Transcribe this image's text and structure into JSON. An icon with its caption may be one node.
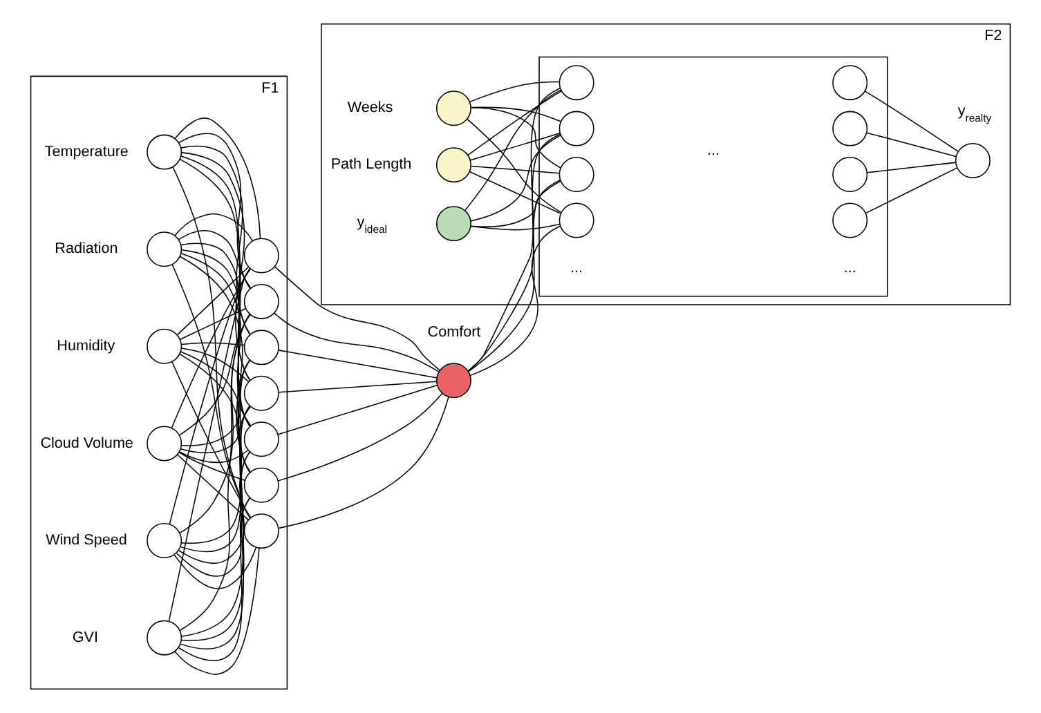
{
  "diagram": {
    "nodes": [
      {
        "text": [
          "F1"
        ]
      },
      {
        "text": [],
        "shape": "circle",
        "beside": [
          "Temperature"
        ],
        "in": 0
      },
      {
        "text": [],
        "shape": "circle",
        "beside": [
          "Humidity"
        ],
        "in": 0
      },
      {
        "text": [],
        "shape": "circle",
        "beside": [
          "Cloud Volume"
        ],
        "in": 0
      },
      {
        "text": [],
        "shape": "circle",
        "beside": [
          "Wind Speed"
        ],
        "in": 0
      },
      {
        "text": [],
        "shape": "circle",
        "beside": [
          "Radiation"
        ],
        "in": 0
      },
      {
        "text": [],
        "shape": "circle",
        "beside": [
          "GVI"
        ],
        "in": 0
      },
      {
        "text": [],
        "shape": "circle",
        "in": 0
      },
      {
        "text": [],
        "shape": "circle",
        "in": 0
      },
      {
        "text": [],
        "shape": "circle",
        "in": 0
      },
      {
        "text": [],
        "shape": "circle",
        "in": 0
      },
      {
        "text": [],
        "shape": "circle",
        "in": 0
      },
      {
        "text": [],
        "shape": "circle",
        "in": 0
      },
      {
        "text": [],
        "shape": "circle",
        "in": 0
      },
      {
        "text": [
          "F2"
        ]
      },
      {
        "text": [],
        "shape": "circle",
        "beside": [
          "Comfort"
        ]
      },
      {
        "text": [],
        "shape": "circle",
        "beside": [
          "y$_{ideal}$"
        ],
        "in": 14
      },
      {
        "text": [],
        "shape": "circle",
        "beside": [
          "Weeks"
        ],
        "in": 14
      },
      {
        "text": [],
        "shape": "circle",
        "beside": [
          "Path Length"
        ],
        "in": 14
      },
      {
        "text": [],
        "shape": "box",
        "in": 14
      },
      {
        "text": [],
        "shape": "circle",
        "in": 19
      },
      {
        "text": [],
        "shape": "circle",
        "in": 19
      },
      {
        "text": [],
        "shape": "circle",
        "in": 19
      },
      {
        "text": [],
        "shape": "circle",
        "in": 19
      },
      {
        "text": [],
        "shape": "circle",
        "in": 19
      },
      {
        "text": [],
        "shape": "circle",
        "in": 19
      },
      {
        "text": [],
        "shape": "circle",
        "in": 19
      },
      {
        "text": [],
        "shape": "circle",
        "in": 19
      },
      {
        "text": [],
        "shape": "circle",
        "beside": [
          "y$_{realty}$"
        ],
        "in": 14
      }
    ],
    "edges": [
      {
        "from": 1,
        "to": 7,
        "arrow": "none"
      },
      {
        "from": 1,
        "to": 8,
        "arrow": "none"
      },
      {
        "from": 1,
        "to": 9,
        "arrow": "none"
      },
      {
        "from": 1,
        "to": 10,
        "arrow": "none"
      },
      {
        "from": 1,
        "to": 11,
        "arrow": "none"
      },
      {
        "from": 1,
        "to": 12,
        "arrow": "none"
      },
      {
        "from": 1,
        "to": 13,
        "arrow": "none"
      },
      {
        "from": 2,
        "to": 7,
        "arrow": "none"
      },
      {
        "from": 2,
        "to": 8,
        "arrow": "none"
      },
      {
        "from": 2,
        "to": 9,
        "arrow": "none"
      },
      {
        "from": 2,
        "to": 10,
        "arrow": "none"
      },
      {
        "from": 2,
        "to": 11,
        "arrow": "none"
      },
      {
        "from": 2,
        "to": 12,
        "arrow": "none"
      },
      {
        "from": 2,
        "to": 13,
        "arrow": "none"
      },
      {
        "from": 3,
        "to": 7,
        "arrow": "none"
      },
      {
        "from": 3,
        "to": 8,
        "arrow": "none"
      },
      {
        "from": 3,
        "to": 9,
        "arrow": "none"
      },
      {
        "from": 3,
        "to": 10,
        "arrow": "none"
      },
      {
        "from": 3,
        "to": 11,
        "arrow": "none"
      },
      {
        "from": 3,
        "to": 12,
        "arrow": "none"
      },
      {
        "from": 3,
        "to": 13,
        "arrow": "none"
      },
      {
        "from": 4,
        "to": 7,
        "arrow": "none"
      },
      {
        "from": 4,
        "to": 8,
        "arrow": "none"
      },
      {
        "from": 4,
        "to": 9,
        "arrow": "none"
      },
      {
        "from": 4,
        "to": 10,
        "arrow": "none"
      },
      {
        "from": 4,
        "to": 11,
        "arrow": "none"
      },
      {
        "from": 4,
        "to": 12,
        "arrow": "none"
      },
      {
        "from": 4,
        "to": 13,
        "arrow": "none"
      },
      {
        "from": 5,
        "to": 7,
        "arrow": "none"
      },
      {
        "from": 5,
        "to": 8,
        "arrow": "none"
      },
      {
        "from": 5,
        "to": 9,
        "arrow": "none"
      },
      {
        "from": 5,
        "to": 10,
        "arrow": "none"
      },
      {
        "from": 5,
        "to": 11,
        "arrow": "none"
      },
      {
        "from": 5,
        "to": 12,
        "arrow": "none"
      },
      {
        "from": 5,
        "to": 13,
        "arrow": "none"
      },
      {
        "from": 6,
        "to": 7,
        "arrow": "none"
      },
      {
        "from": 6,
        "to": 8,
        "arrow": "none"
      },
      {
        "from": 6,
        "to": 9,
        "arrow": "none"
      },
      {
        "from": 6,
        "to": 10,
        "arrow": "none"
      },
      {
        "from": 6,
        "to": 11,
        "arrow": "none"
      },
      {
        "from": 6,
        "to": 12,
        "arrow": "none"
      },
      {
        "from": 6,
        "to": 13,
        "arrow": "none"
      },
      {
        "from": 7,
        "to": 15,
        "arrow": "none"
      },
      {
        "from": 8,
        "to": 15,
        "arrow": "none"
      },
      {
        "from": 9,
        "to": 15,
        "arrow": "none"
      },
      {
        "from": 10,
        "to": 15,
        "arrow": "none"
      },
      {
        "from": 11,
        "to": 15,
        "arrow": "none"
      },
      {
        "from": 12,
        "to": 15,
        "arrow": "none"
      },
      {
        "from": 13,
        "to": 15,
        "arrow": "none"
      },
      {
        "from": 15,
        "to": 20,
        "arrow": "none"
      },
      {
        "from": 15,
        "to": 21,
        "arrow": "none"
      },
      {
        "from": 15,
        "to": 22,
        "arrow": "none"
      },
      {
        "from": 15,
        "to": 23,
        "arrow": "none"
      },
      {
        "from": 16,
        "to": 20,
        "arrow": "none"
      },
      {
        "from": 16,
        "to": 21,
        "arrow": "none"
      },
      {
        "from": 16,
        "to": 22,
        "arrow": "none"
      },
      {
        "from": 16,
        "to": 23,
        "arrow": "none"
      },
      {
        "from": 17,
        "to": 20,
        "arrow": "none"
      },
      {
        "from": 17,
        "to": 21,
        "arrow": "none"
      },
      {
        "from": 17,
        "to": 22,
        "arrow": "none"
      },
      {
        "from": 17,
        "to": 23,
        "arrow": "none"
      },
      {
        "from": 18,
        "to": 20,
        "arrow": "none"
      },
      {
        "from": 18,
        "to": 21,
        "arrow": "none"
      },
      {
        "from": 18,
        "to": 22,
        "arrow": "none"
      },
      {
        "from": 18,
        "to": 23,
        "arrow": "none"
      },
      {
        "from": 24,
        "to": 28,
        "arrow": "none"
      },
      {
        "from": 25,
        "to": 28,
        "arrow": "none"
      },
      {
        "from": 26,
        "to": 28,
        "arrow": "none"
      },
      {
        "from": 27,
        "to": 28,
        "arrow": "none"
      }
    ],
    "labels": [
      "...",
      "...",
      "..."
    ]
  }
}
